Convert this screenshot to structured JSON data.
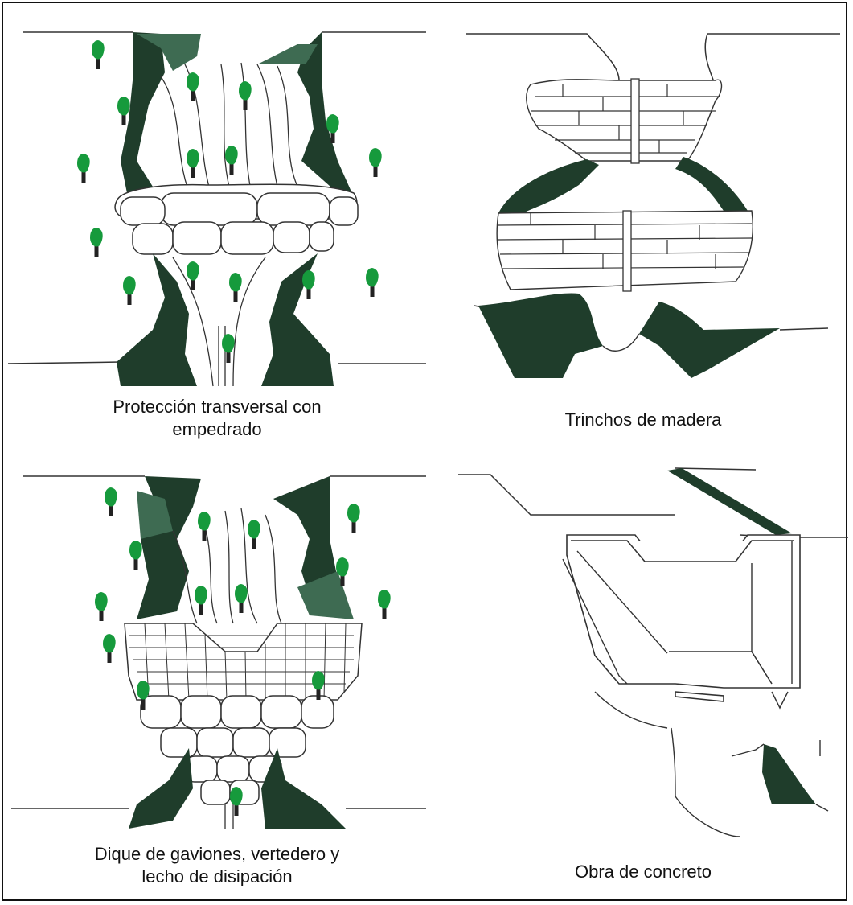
{
  "colors": {
    "dark_green": "#1f3d2b",
    "mid_green": "#3e6b52",
    "tree_green": "#169a3c",
    "trunk": "#222222",
    "line": "#333333",
    "frame": "#111111"
  },
  "panels": [
    {
      "id": "p1",
      "caption_lines": [
        "Protección transversal con",
        "empedrado"
      ]
    },
    {
      "id": "p2",
      "caption_lines": [
        "Trinchos de madera"
      ]
    },
    {
      "id": "p3",
      "caption_lines": [
        "Dique de gaviones, vertedero y",
        "lecho de disipación"
      ]
    },
    {
      "id": "p4",
      "caption_lines": [
        "Obra de concreto"
      ]
    }
  ],
  "icons": {
    "tree": "tree-icon"
  }
}
